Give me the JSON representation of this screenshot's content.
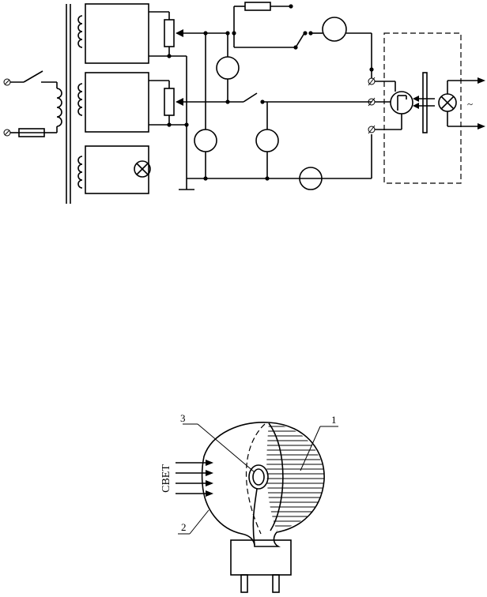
{
  "circuit": {
    "ac_symbol": "~"
  },
  "photocell": {
    "labels": {
      "one": "1",
      "two": "2",
      "three": "3"
    },
    "light_text": "СВЕТ"
  }
}
